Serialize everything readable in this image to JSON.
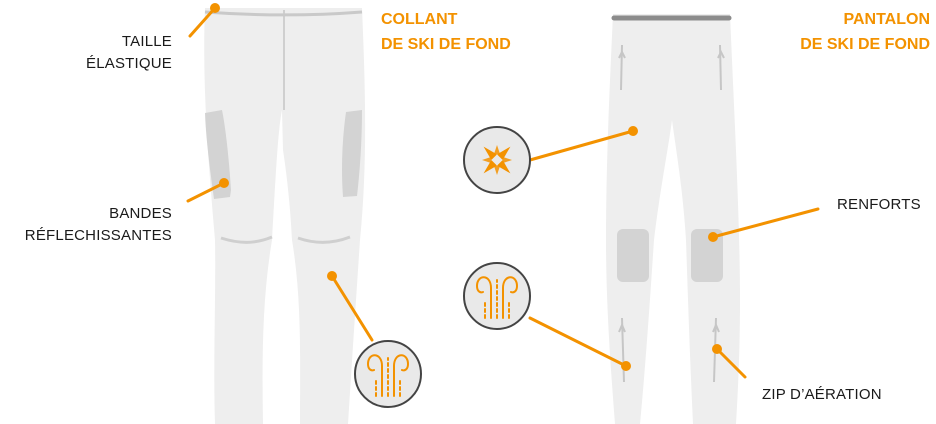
{
  "colors": {
    "accent": "#f39200",
    "garment": "#eeeeee",
    "panel": "#d3d3d3",
    "seam": "#cfcfcf",
    "band": "#8c8c8c",
    "text": "#1a1a1a"
  },
  "tights": {
    "title_line1": "COLLANT",
    "title_line2": "DE SKI DE FOND",
    "label_waist_line1": "TAILLE",
    "label_waist_line2": "ÉLASTIQUE",
    "label_reflective_line1": "BANDES",
    "label_reflective_line2": "RÉFLECHISSANTES"
  },
  "pants": {
    "title_line1": "PANTALON",
    "title_line2": "DE SKI DE FOND",
    "label_reinforcements": "RENFORTS",
    "label_vent_zip": "ZIP D’AÉRATION"
  },
  "icons": [
    "windproof-icon",
    "breathable-icon"
  ]
}
